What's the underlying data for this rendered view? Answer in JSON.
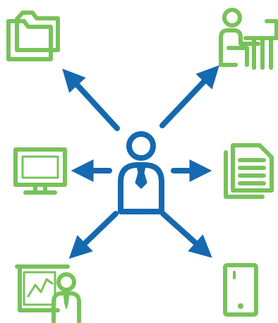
{
  "colors": {
    "arrow": "#1569b0",
    "person": "#1569b0",
    "icons": "#78c25a",
    "background": "#ffffff"
  },
  "center": {
    "icon": "businessman-icon"
  },
  "nodes": [
    {
      "id": "folder",
      "icon": "folder-icon",
      "position": "top-left"
    },
    {
      "id": "desk-worker",
      "icon": "person-at-desk-icon",
      "position": "top-right"
    },
    {
      "id": "monitor",
      "icon": "monitor-icon",
      "position": "left"
    },
    {
      "id": "documents",
      "icon": "documents-icon",
      "position": "right"
    },
    {
      "id": "presentation",
      "icon": "presenter-chart-icon",
      "position": "bottom-left"
    },
    {
      "id": "tablet",
      "icon": "tablet-icon",
      "position": "bottom-right"
    }
  ]
}
